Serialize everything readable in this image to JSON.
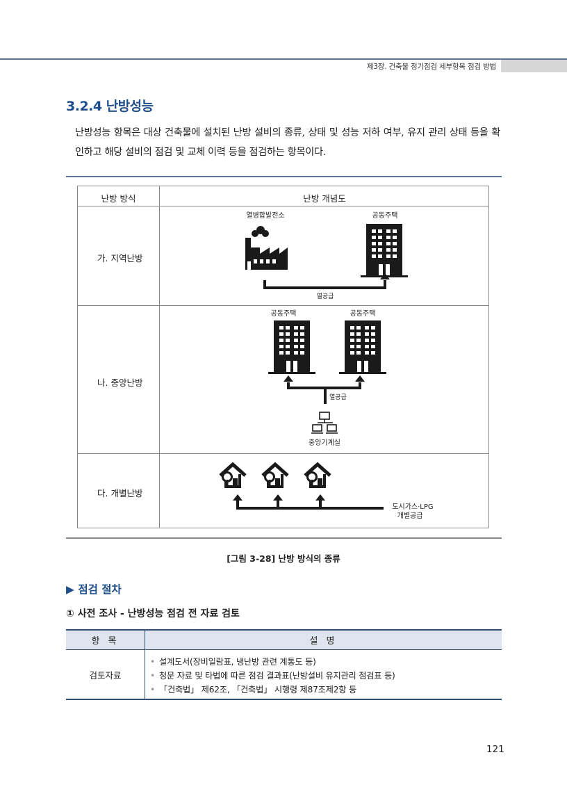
{
  "header": {
    "chapter": "제3장. 건축물 정기점검 세부항목 점검 방법"
  },
  "section": {
    "title": "3.2.4 난방성능",
    "intro": "난방성능 항목은 대상 건축물에 설치된 난방 설비의 종류, 상태 및 성능 저하 여부, 유지 관리 상태 등을 확인하고 해당 설비의 점검 및 교체 이력 등을 점검하는 항목이다."
  },
  "figure": {
    "col_method": "난방 방식",
    "col_diagram": "난방 개념도",
    "rows": [
      {
        "label": "가. 지역난방",
        "plant": "열병합발전소",
        "building": "공동주택",
        "supply": "열공급"
      },
      {
        "label": "나. 중앙난방",
        "building_a": "공동주택",
        "building_b": "공동주택",
        "supply": "열공급",
        "source": "중앙기계실"
      },
      {
        "label": "다. 개별난방",
        "supply_line1": "도시가스·LPG",
        "supply_line2": "개별공급"
      }
    ],
    "caption": "[그림 3-28] 난방 방식의 종류"
  },
  "procedure": {
    "title": "▶ 점검 절차",
    "step": "① 사전 조사 - 난방성능 점검 전 자료 검토",
    "table": {
      "head_item": "항 목",
      "head_desc": "설 명",
      "item": "검토자료",
      "bullets": [
        "설계도서(장비일람표, 냉난방 관련 계통도 등)",
        "청문 자료 및 타법에 따른 점검 결과표(난방설비 유지관리 점검표 등)",
        "「건축법」 제62조, 「건축법」 시행령 제87조제2항 등"
      ]
    }
  },
  "page_number": "121",
  "colors": {
    "accent": "#1f4e8c",
    "rule": "#5a7391"
  }
}
